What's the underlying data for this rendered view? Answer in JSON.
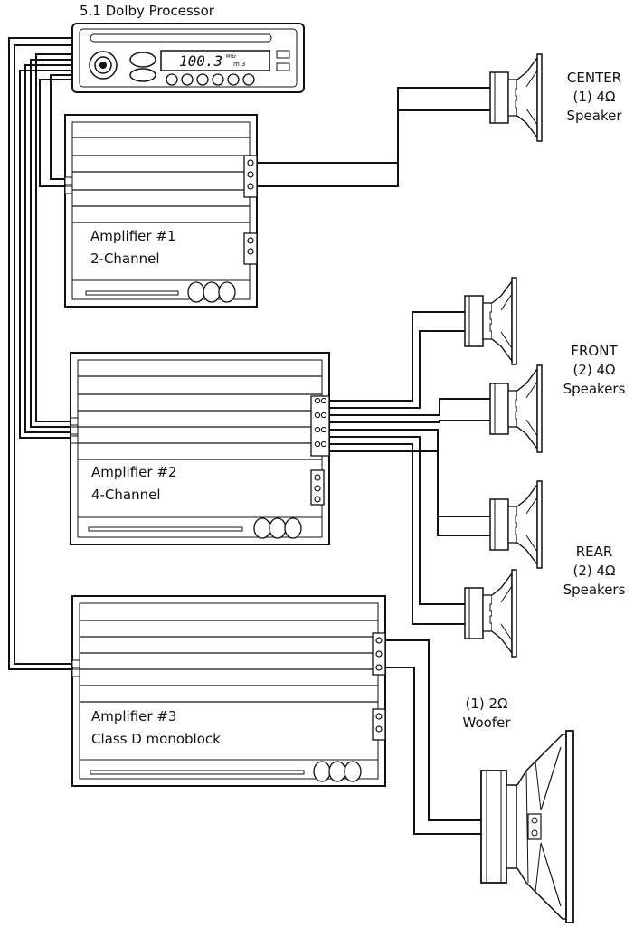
{
  "processor": {
    "title": "5.1 Dolby Processor",
    "display": "100.3",
    "display_small": "MHz",
    "display_ch": "m 3"
  },
  "amplifiers": [
    {
      "name": "Amplifier #1",
      "type": "2-Channel"
    },
    {
      "name": "Amplifier #2",
      "type": "4-Channel"
    },
    {
      "name": "Amplifier #3",
      "type": "Class D monoblock"
    }
  ],
  "speakers": {
    "center": {
      "title": "CENTER",
      "count": "(1) 4Ω",
      "kind": "Speaker"
    },
    "front": {
      "title": "FRONT",
      "count": "(2) 4Ω",
      "kind": "Speakers"
    },
    "rear": {
      "title": "REAR",
      "count": "(2) 4Ω",
      "kind": "Speakers"
    },
    "woofer": {
      "count": "(1) 2Ω",
      "kind": "Woofer"
    }
  }
}
